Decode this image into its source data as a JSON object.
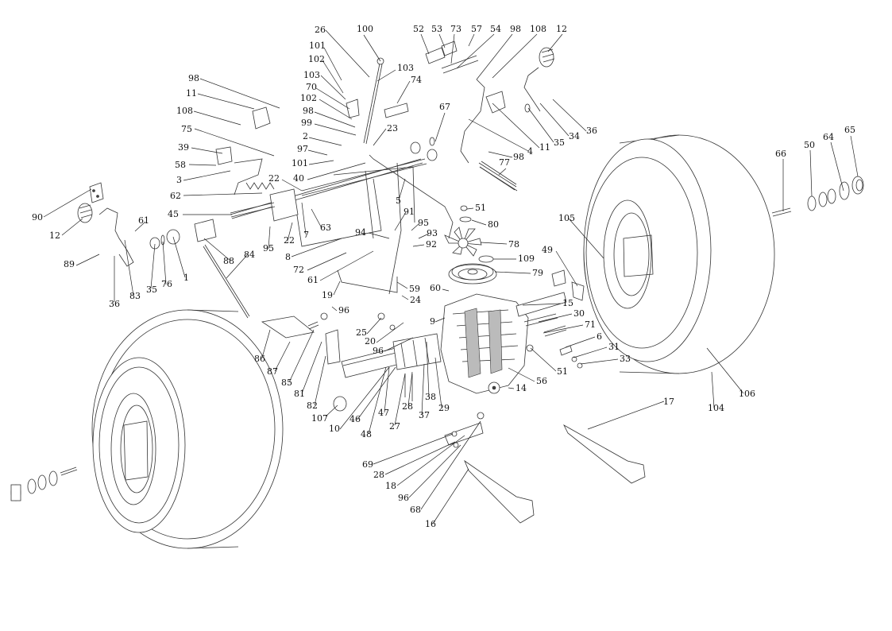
{
  "diagram": {
    "labels": {
      "l100": "100",
      "l26": "26",
      "l101a": "101",
      "l102a": "102",
      "l103a": "103",
      "l70": "70",
      "l103b": "103",
      "l102b": "102",
      "l98a": "98",
      "l99": "99",
      "l2": "2",
      "l97": "97",
      "l101b": "101",
      "l40": "40",
      "l22a": "22",
      "l23": "23",
      "l74": "74",
      "l52": "52",
      "l53": "53",
      "l73": "73",
      "l57": "57",
      "l54": "54",
      "l98b": "98",
      "l108a": "108",
      "l12a": "12",
      "l67": "67",
      "l4": "4",
      "l11a": "11",
      "l35a": "35",
      "l34": "34",
      "l36a": "36",
      "l98c": "98",
      "l77": "77",
      "l98d": "98",
      "l11b": "11",
      "l108b": "108",
      "l75": "75",
      "l39": "39",
      "l58": "58",
      "l3": "3",
      "l62": "62",
      "l90": "90",
      "l12b": "12",
      "l45": "45",
      "l61a": "61",
      "l89": "89",
      "l36b": "36",
      "l83": "83",
      "l35b": "35",
      "l76": "76",
      "l1": "1",
      "l88": "88",
      "l84": "84",
      "l22b": "22",
      "l7": "7",
      "l63": "63",
      "l95a": "95",
      "l5": "5",
      "l51a": "51",
      "l80": "80",
      "l91": "91",
      "l95b": "95",
      "l93": "93",
      "l94": "94",
      "l92": "92",
      "l78": "78",
      "l109": "109",
      "l79": "79",
      "l8": "8",
      "l72": "72",
      "l61b": "61",
      "l59": "59",
      "l24": "24",
      "l19": "19",
      "l60": "60",
      "l49": "49",
      "l15": "15",
      "l30": "30",
      "l71": "71",
      "l6": "6",
      "l31": "31",
      "l33": "33",
      "l51b": "51",
      "l56": "56",
      "l14": "14",
      "l96a": "96",
      "l25": "25",
      "l20": "20",
      "l9": "9",
      "l96b": "96",
      "l86": "86",
      "l87": "87",
      "l85": "85",
      "l81": "81",
      "l82": "82",
      "l107": "107",
      "l10": "10",
      "l46": "46",
      "l48": "48",
      "l47": "47",
      "l27": "27",
      "l28a": "28",
      "l37": "37",
      "l38": "38",
      "l29": "29",
      "l105": "105",
      "l66": "66",
      "l50": "50",
      "l64": "64",
      "l65": "65",
      "l106": "106",
      "l104": "104",
      "l17": "17",
      "l69": "69",
      "l28b": "28",
      "l18": "18",
      "l96c": "96",
      "l68": "68",
      "l16": "16"
    }
  }
}
